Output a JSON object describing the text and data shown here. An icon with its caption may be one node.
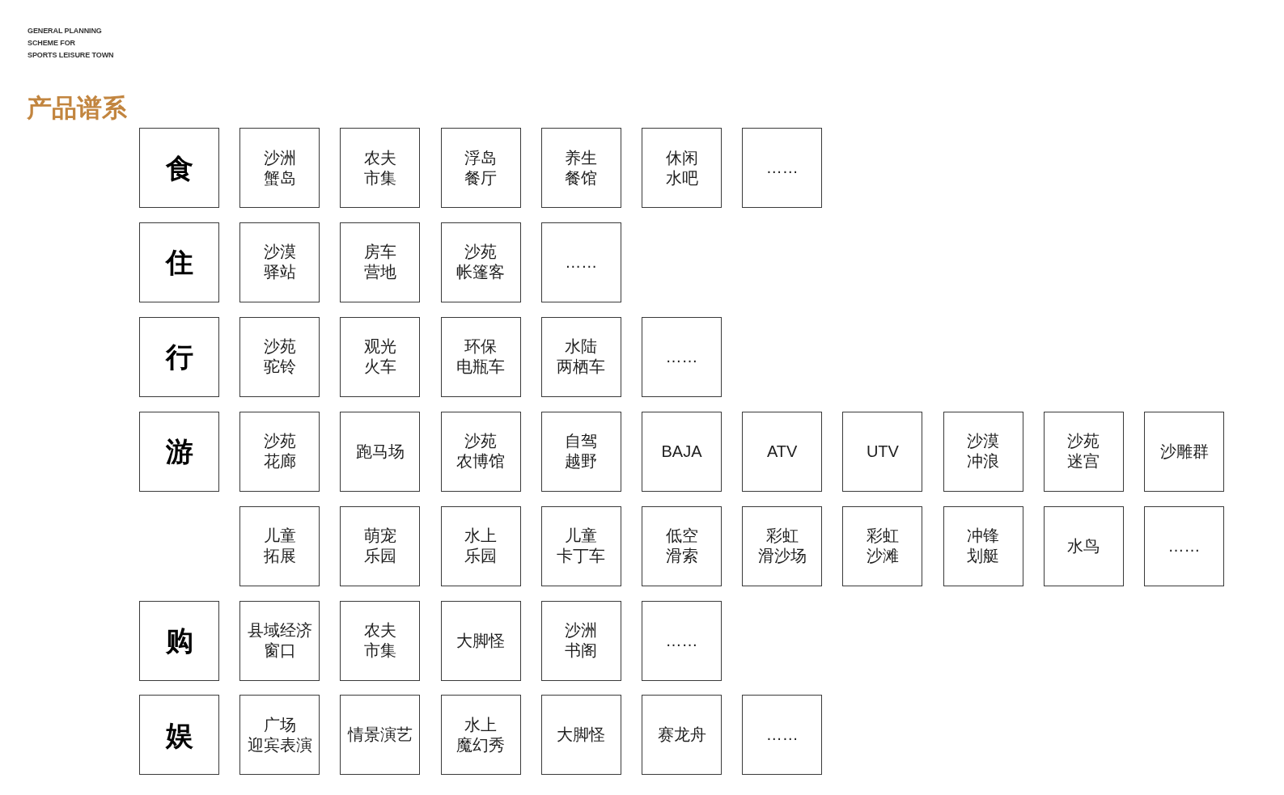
{
  "diagram": {
    "title": "产品谱系",
    "nodes": [
      {
        "text": [
          "食"
        ]
      },
      {
        "text": [
          "沙洲蟹岛"
        ]
      },
      {
        "text": [
          "农夫市集"
        ]
      },
      {
        "text": [
          "浮岛餐厅"
        ]
      },
      {
        "text": [
          "养生餐馆"
        ]
      },
      {
        "text": [
          "休闲水吧"
        ]
      },
      {
        "text": [
          "……"
        ]
      },
      {
        "text": [
          "住"
        ]
      },
      {
        "text": [
          "沙漠驿站"
        ]
      },
      {
        "text": [
          "房车营地"
        ]
      },
      {
        "text": [
          "沙苑帐篷客"
        ]
      },
      {
        "text": [
          "……"
        ]
      },
      {
        "text": [
          "行"
        ]
      },
      {
        "text": [
          "沙苑驼铃"
        ]
      },
      {
        "text": [
          "观光火车"
        ]
      },
      {
        "text": [
          "环保电瓶车"
        ]
      },
      {
        "text": [
          "水陆两栖车"
        ]
      },
      {
        "text": [
          "……"
        ]
      },
      {
        "text": [
          "游"
        ]
      },
      {
        "text": [
          "沙苑花廊"
        ]
      },
      {
        "text": [
          "跑马场"
        ]
      },
      {
        "text": [
          "沙苑农博馆"
        ]
      },
      {
        "text": [
          "自驾越野"
        ]
      },
      {
        "text": [
          "BAJA"
        ]
      },
      {
        "text": [
          "ATV"
        ]
      },
      {
        "text": [
          "UTV"
        ]
      },
      {
        "text": [
          "沙漠冲浪"
        ]
      },
      {
        "text": [
          "沙苑迷宫"
        ]
      },
      {
        "text": [
          "沙雕群"
        ]
      },
      {
        "text": [
          "儿童拓展"
        ]
      },
      {
        "text": [
          "萌宠乐园"
        ]
      },
      {
        "text": [
          "水上乐园"
        ]
      },
      {
        "text": [
          "儿童卡丁车"
        ]
      },
      {
        "text": [
          "低空滑索"
        ]
      },
      {
        "text": [
          "彩虹滑沙场"
        ]
      },
      {
        "text": [
          "彩虹沙滩"
        ]
      },
      {
        "text": [
          "冲锋划艇"
        ]
      },
      {
        "text": [
          "水鸟"
        ]
      },
      {
        "text": [
          "……"
        ]
      },
      {
        "text": [
          "购"
        ]
      },
      {
        "text": [
          "县域经济窗口"
        ]
      },
      {
        "text": [
          "农夫市集"
        ]
      },
      {
        "text": [
          "大脚怪"
        ]
      },
      {
        "text": [
          "沙洲书阁"
        ]
      },
      {
        "text": [
          "……"
        ]
      },
      {
        "text": [
          "娱"
        ]
      },
      {
        "text": [
          "广场迎宾表演"
        ]
      },
      {
        "text": [
          "情景演艺"
        ]
      },
      {
        "text": [
          "水上魔幻秀"
        ]
      },
      {
        "text": [
          "大脚怪"
        ]
      },
      {
        "text": [
          "赛龙舟"
        ]
      },
      {
        "text": [
          "……"
        ]
      }
    ],
    "labels": [
      "GENERAL PLANNING SCHEME FOR SPORTS LEISURE TOWN"
    ]
  }
}
